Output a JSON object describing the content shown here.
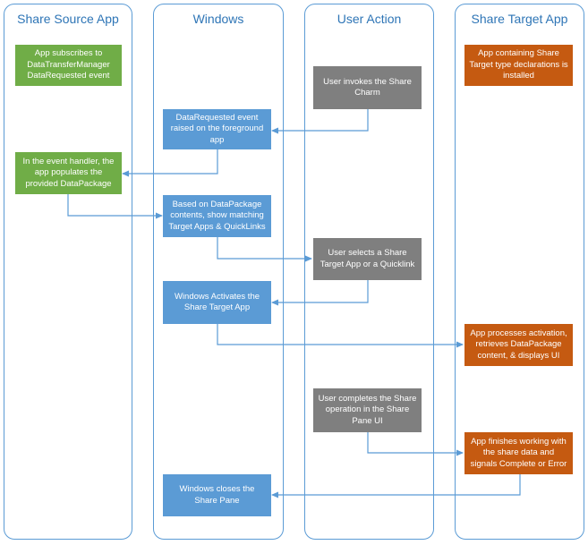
{
  "lanes": {
    "source": "Share Source App",
    "windows": "Windows",
    "user": "User Action",
    "target": "Share Target App"
  },
  "boxes": {
    "source_subscribe": "App subscribes to DataTransferManager DataRequested event",
    "target_installed": "App containing Share Target type declarations is installed",
    "user_invokes": "User invokes the Share Charm",
    "windows_raised": "DataRequested event raised on the foreground app",
    "source_populates": "In the event handler, the app populates the provided DataPackage",
    "windows_show_targets": "Based on DataPackage contents, show matching Target Apps & QuickLinks",
    "user_selects": "User selects a Share Target App or a Quicklink",
    "windows_activates": "Windows Activates the Share Target App",
    "target_processes": "App processes activation, retrieves DataPackage content, & displays UI",
    "user_completes": "User completes the Share operation in the Share Pane UI",
    "target_finishes": "App finishes working with the share data and signals Complete or Error",
    "windows_closes": "Windows closes the Share Pane"
  },
  "colors": {
    "lane_border": "#5b9bd5",
    "lane_title": "#2e75b6",
    "source_box": "#70ad47",
    "windows_box": "#5b9bd5",
    "user_box": "#7f7f7f",
    "target_box": "#c55a11",
    "connector": "#5b9bd5"
  }
}
